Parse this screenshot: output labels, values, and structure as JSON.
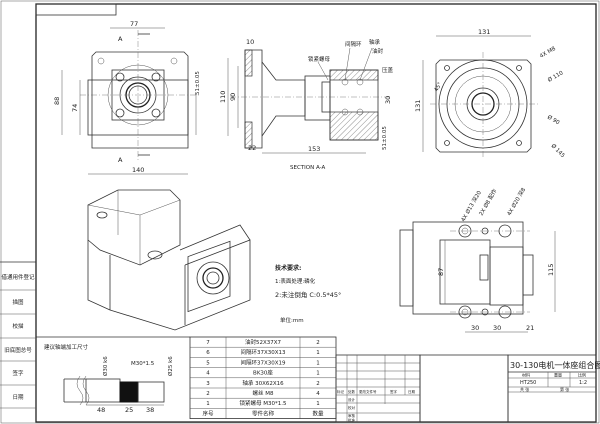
{
  "left_strip": [
    "借通用件登记",
    "描图",
    "校描",
    "旧底图总号",
    "签字",
    "日期"
  ],
  "front_view": {
    "dims": {
      "width_top": "77",
      "height_outer": "88",
      "height_inner": "74",
      "width_bottom": "140",
      "shaft_height": "51±0.05"
    },
    "section_marks": [
      "A",
      "A"
    ]
  },
  "section_view": {
    "title": "SECTION A-A",
    "dims": {
      "flange_thk": "10",
      "flange_od": "110",
      "pilot": "90",
      "flange_base": "22",
      "length": "153",
      "shaft_dia": "30",
      "shaft_height": "51±0.05"
    },
    "callouts": [
      "锁紧螺母",
      "间隔环",
      "轴承",
      "油封",
      "压盖"
    ]
  },
  "end_view": {
    "dims": {
      "width": "131",
      "height": "131",
      "holes": "4X M8",
      "pcd": "Ø 110",
      "pilot": "Ø 90",
      "outer": "Ø 145",
      "angle": "45°"
    }
  },
  "bottom_view": {
    "dims": {
      "holes_a": "4X Ø13 深20",
      "holes_b": "2X Ø8 配作",
      "holes_c": "4X Ø20 深8",
      "height_a": "87",
      "height_b": "115",
      "pitch1": "30",
      "pitch2": "30",
      "end": "21"
    }
  },
  "tech_requirements": {
    "title": "技术要求:",
    "items": [
      "1:表面处理:磷化",
      "2:未注倒角 C:0.5*45°"
    ],
    "unit": "单位:mm"
  },
  "shaft_end": {
    "title": "建议轴端加工尺寸",
    "thread": "M30*1.5",
    "dia1": "Ø30 k6",
    "dia2": "Ø25 k6",
    "len1": "48",
    "len2": "25",
    "len3": "38"
  },
  "parts_list": {
    "headers": [
      "序号",
      "零件名称",
      "数量"
    ],
    "rows": [
      {
        "no": "7",
        "name": "油封52X37X7",
        "qty": "2"
      },
      {
        "no": "6",
        "name": "间隔环37X30X13",
        "qty": "1"
      },
      {
        "no": "5",
        "name": "间隔环37X30X19",
        "qty": "1"
      },
      {
        "no": "4",
        "name": "BK30座",
        "qty": "1"
      },
      {
        "no": "3",
        "name": "轴承 30X62X16",
        "qty": "2"
      },
      {
        "no": "2",
        "name": "螺丝 M8",
        "qty": "4"
      },
      {
        "no": "1",
        "name": "锁紧螺母 M30*1.5",
        "qty": "1"
      }
    ]
  },
  "revision_block": {
    "headers": [
      "标记",
      "处数",
      "更改文件号",
      "签字",
      "日期"
    ],
    "roles": [
      "设计",
      "校对",
      "审核",
      "批准"
    ]
  },
  "title_block": {
    "title": "30-130电机一体座组合图",
    "labels": [
      "材料",
      "重量",
      "比例"
    ],
    "material": "HT250",
    "scale": "1:2",
    "sheets": [
      "共 张",
      "第 张"
    ]
  }
}
